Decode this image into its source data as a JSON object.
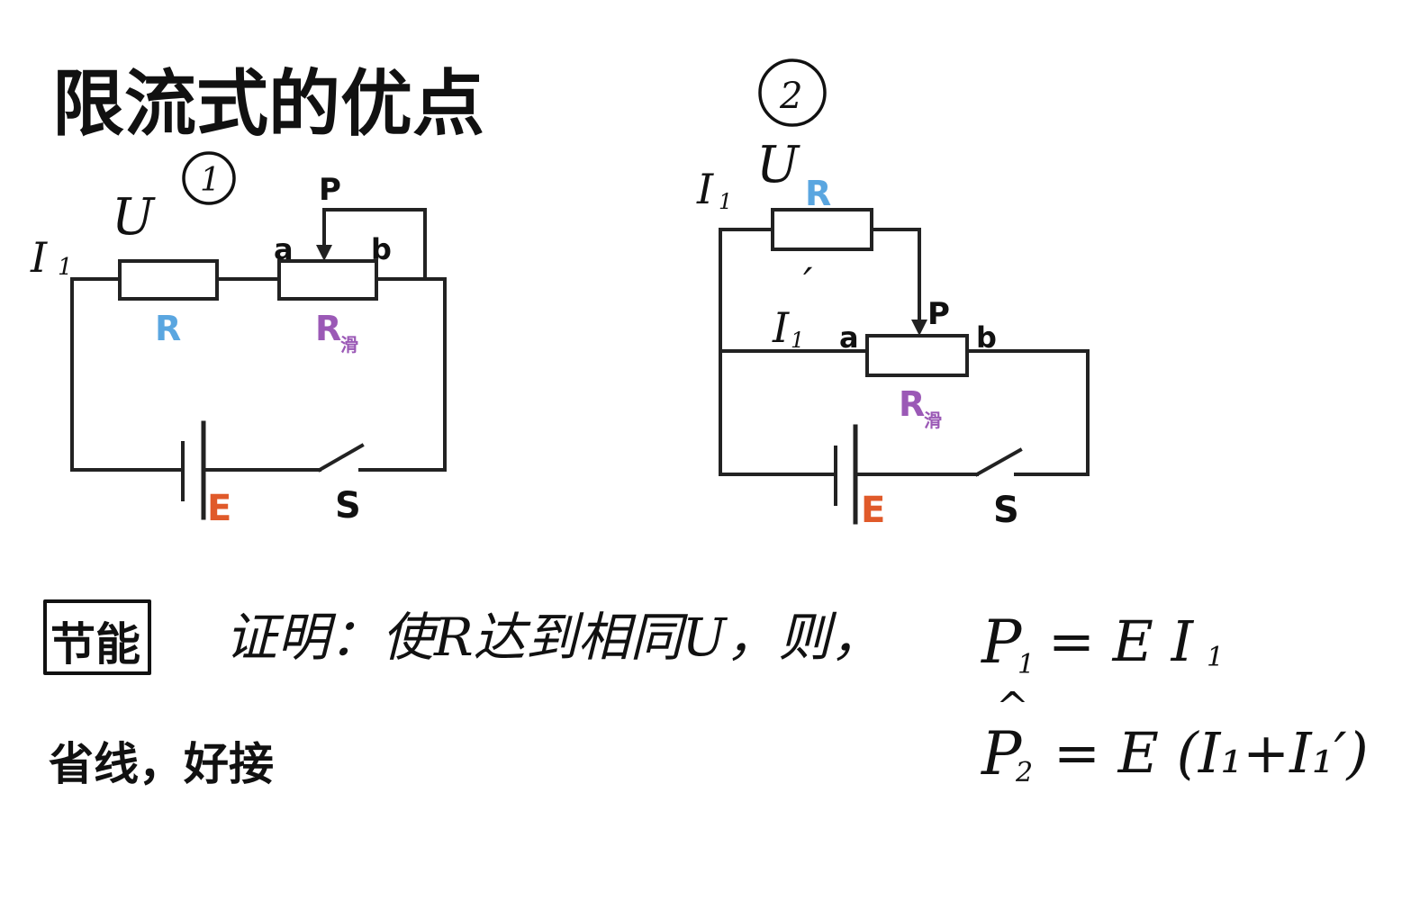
{
  "title": "限流式的优点",
  "colors": {
    "resistor_label": "#5aa6e0",
    "slider_label": "#9b59b6",
    "emf_label": "#e05a2a",
    "badge_text": "#ff0000",
    "ink": "#111111"
  },
  "circuit1": {
    "marker": "1",
    "current": "I",
    "current_sub": "1",
    "voltage": "U",
    "slider_tap": "P",
    "end_a": "a",
    "end_b": "b",
    "resistor": "R",
    "slider": "R",
    "slider_sub": "滑",
    "emf": "E",
    "switch": "S"
  },
  "circuit2": {
    "marker": "2",
    "current": "I",
    "current_sub": "1",
    "current_branch": "I",
    "current_branch_sub": "1",
    "current_branch_prime": "′",
    "voltage": "U",
    "resistor": "R",
    "slider_tap": "P",
    "end_a": "a",
    "end_b": "b",
    "slider": "R",
    "slider_sub": "滑",
    "emf": "E",
    "switch": "S"
  },
  "notes": {
    "badge": "节能",
    "proof": "证明：使R达到相同U，则，",
    "p1_lhs": "P",
    "p1_sub": "1",
    "p1_rhs": "= E I",
    "p1_rhs_sub": "1",
    "p2_lhs": "P",
    "p2_sub": "2",
    "p2_rhs": "= E (I₁+I₁′)",
    "hat": "^",
    "second_point": "省线，好接"
  }
}
